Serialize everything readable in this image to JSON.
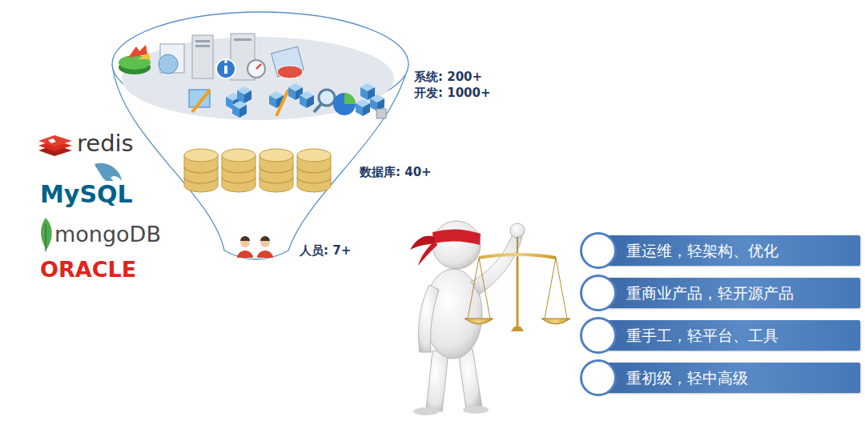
{
  "diagram": {
    "nodes": [
      {
        "text": [
          "重运维，轻架构、优化"
        ]
      },
      {
        "text": [
          "重商业产品，轻开源产品"
        ]
      },
      {
        "text": [
          "重手工，轻平台、工具"
        ]
      },
      {
        "text": [
          "重初级，轻中高级"
        ]
      }
    ],
    "labels": [
      "系统: 200+",
      "开发: 1000+",
      "数据库: 40+",
      "人员: 7+",
      "redis",
      "MySQL",
      "mongoDB",
      "ORACLE"
    ]
  }
}
